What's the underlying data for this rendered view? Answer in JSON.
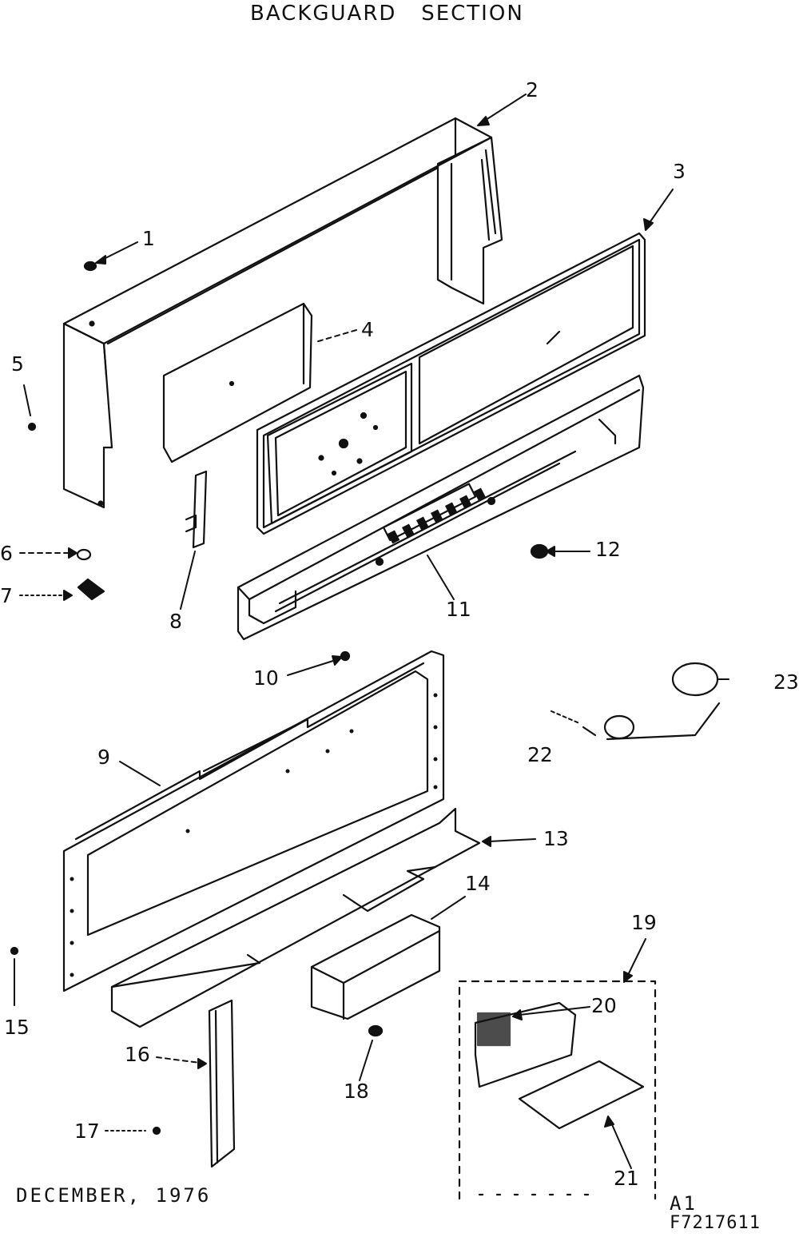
{
  "title": "BACKGUARD   SECTION",
  "footer": {
    "date": "DECEMBER, 1976",
    "code_line1": "A1",
    "code_line2": "F7217611"
  },
  "callouts": [
    "1",
    "2",
    "3",
    "4",
    "5",
    "6",
    "7",
    "8",
    "9",
    "10",
    "11",
    "12",
    "13",
    "14",
    "15",
    "16",
    "17",
    "18",
    "19",
    "20",
    "21",
    "22",
    "23"
  ],
  "colors": {
    "ink": "#111111",
    "paper": "#ffffff"
  }
}
